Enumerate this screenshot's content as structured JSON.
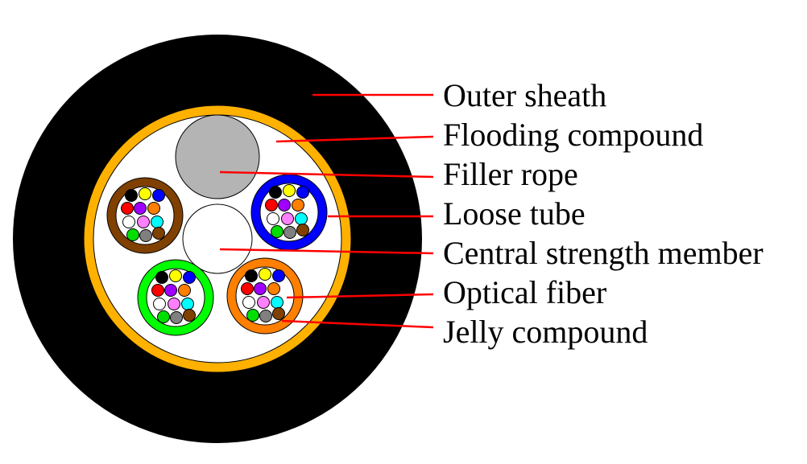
{
  "labels": {
    "outer_sheath": "Outer sheath",
    "flooding_compound": "Flooding compound",
    "filler_rope": "Filler rope",
    "loose_tube": "Loose tube",
    "central_strength_member": "Central strength member",
    "optical_fiber": "Optical fiber",
    "jelly_compound": "Jelly compound"
  },
  "colors": {
    "outer_sheath": "#000000",
    "armor_ring": "#FFB100",
    "core_fill": "#FFFFFF",
    "filler_rope": "#B4B4B4",
    "leader_line": "#FF0000",
    "tubes": [
      "#0000FF",
      "#FF7F00",
      "#00FF00",
      "#804000"
    ],
    "fibers": [
      "#000000",
      "#FFFF00",
      "#0000FF",
      "#FF0000",
      "#A000FF",
      "#FF7F00",
      "#FFFFFF",
      "#FF80FF",
      "#00FFFF",
      "#00DD00",
      "#808080",
      "#804000"
    ]
  }
}
